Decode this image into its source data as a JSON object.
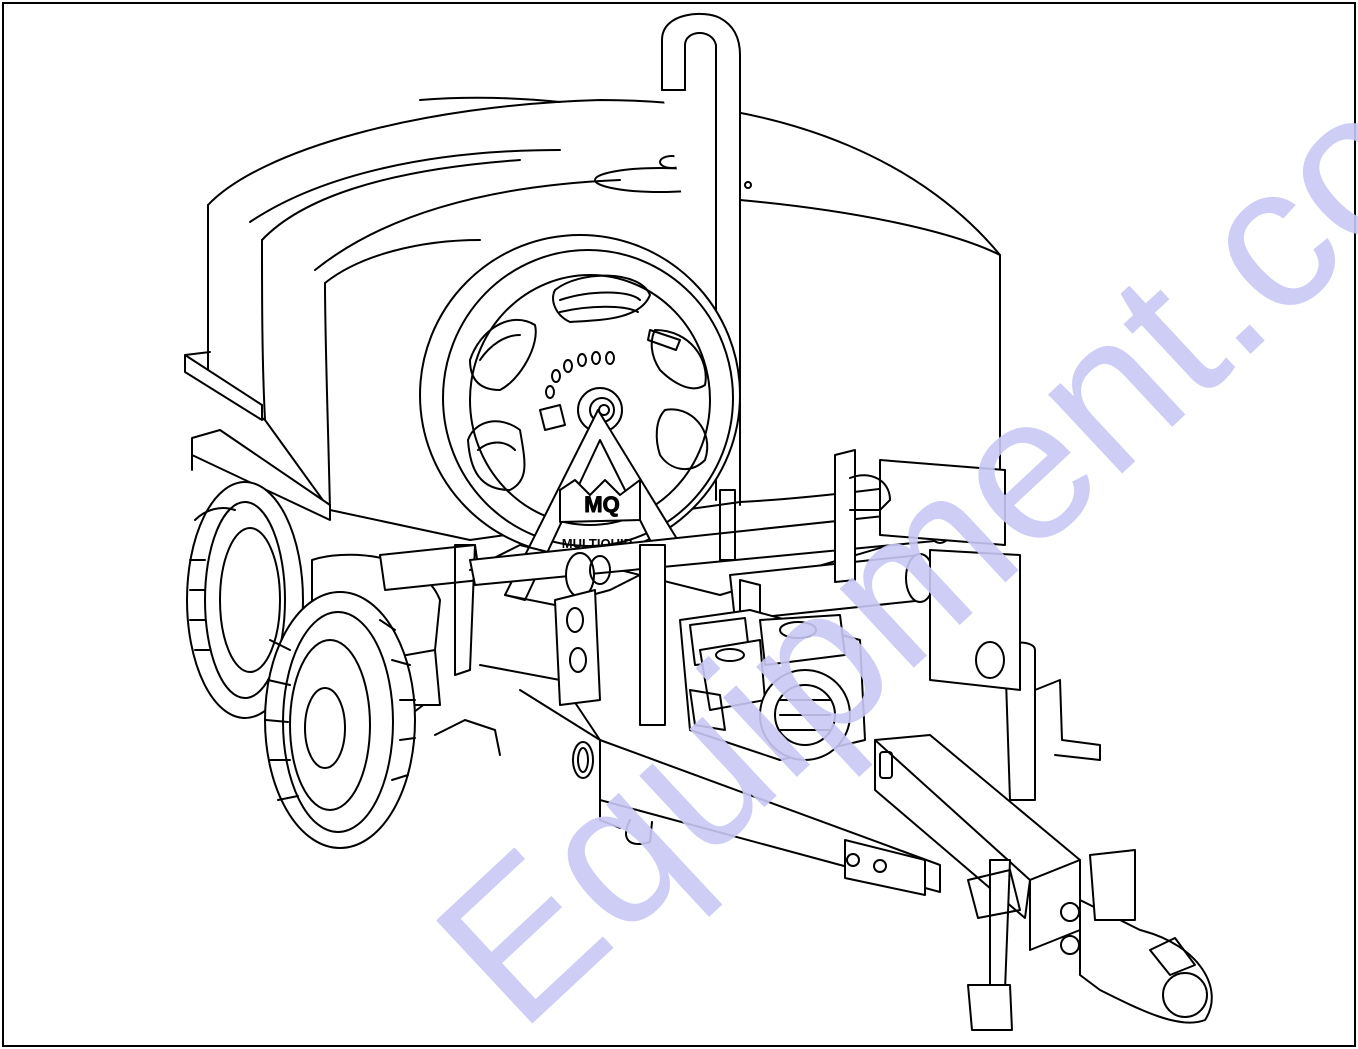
{
  "drawing": {
    "logo_text": "MQ",
    "brand_text": "MULTIQUIP",
    "line_color": "#000000",
    "background_color": "#ffffff"
  },
  "watermark": {
    "text": "Equipment.com",
    "color": "#c8c8f5"
  }
}
